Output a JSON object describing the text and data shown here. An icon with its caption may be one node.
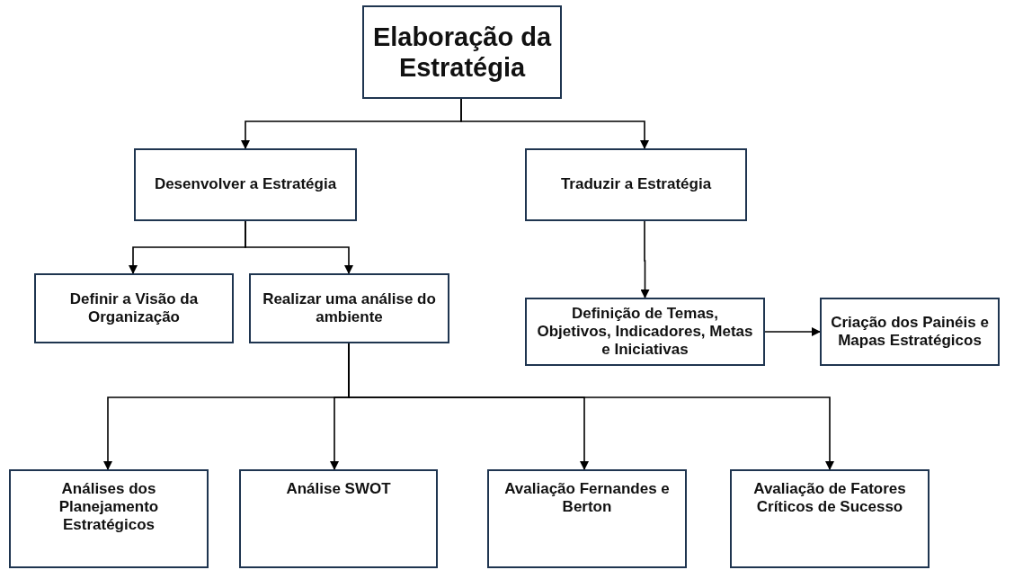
{
  "diagram": {
    "nodes": [
      {
        "text": [
          "Elaboração da Estratégia"
        ]
      },
      {
        "text": [
          "Desenvolver a Estratégia"
        ]
      },
      {
        "text": [
          "Traduzir a Estratégia"
        ]
      },
      {
        "text": [
          "Definir a Visão da Organização"
        ]
      },
      {
        "text": [
          "Realizar uma análise do ambiente"
        ]
      },
      {
        "text": [
          "Definição de Temas, Objetivos, Indicadores, Metas e Iniciativas"
        ]
      },
      {
        "text": [
          "Criação dos Painéis e Mapas Estratégicos"
        ]
      },
      {
        "text": [
          "Análises dos Planejamento Estratégicos"
        ]
      },
      {
        "text": [
          "Análise SWOT"
        ]
      },
      {
        "text": [
          "Avaliação Fernandes e Berton"
        ]
      },
      {
        "text": [
          "Avaliação de Fatores Críticos de Sucesso"
        ]
      }
    ],
    "edges": [
      {
        "from": 0,
        "to": 1,
        "arrow": "to"
      },
      {
        "from": 0,
        "to": 2,
        "arrow": "to"
      },
      {
        "from": 1,
        "to": 3,
        "arrow": "to"
      },
      {
        "from": 1,
        "to": 4,
        "arrow": "to"
      },
      {
        "from": 2,
        "to": 5,
        "arrow": "to"
      },
      {
        "from": 5,
        "to": 6,
        "arrow": "to"
      },
      {
        "from": 4,
        "to": 7,
        "arrow": "to"
      },
      {
        "from": 4,
        "to": 8,
        "arrow": "to"
      },
      {
        "from": 4,
        "to": 9,
        "arrow": "to"
      },
      {
        "from": 4,
        "to": 10,
        "arrow": "to"
      }
    ]
  }
}
